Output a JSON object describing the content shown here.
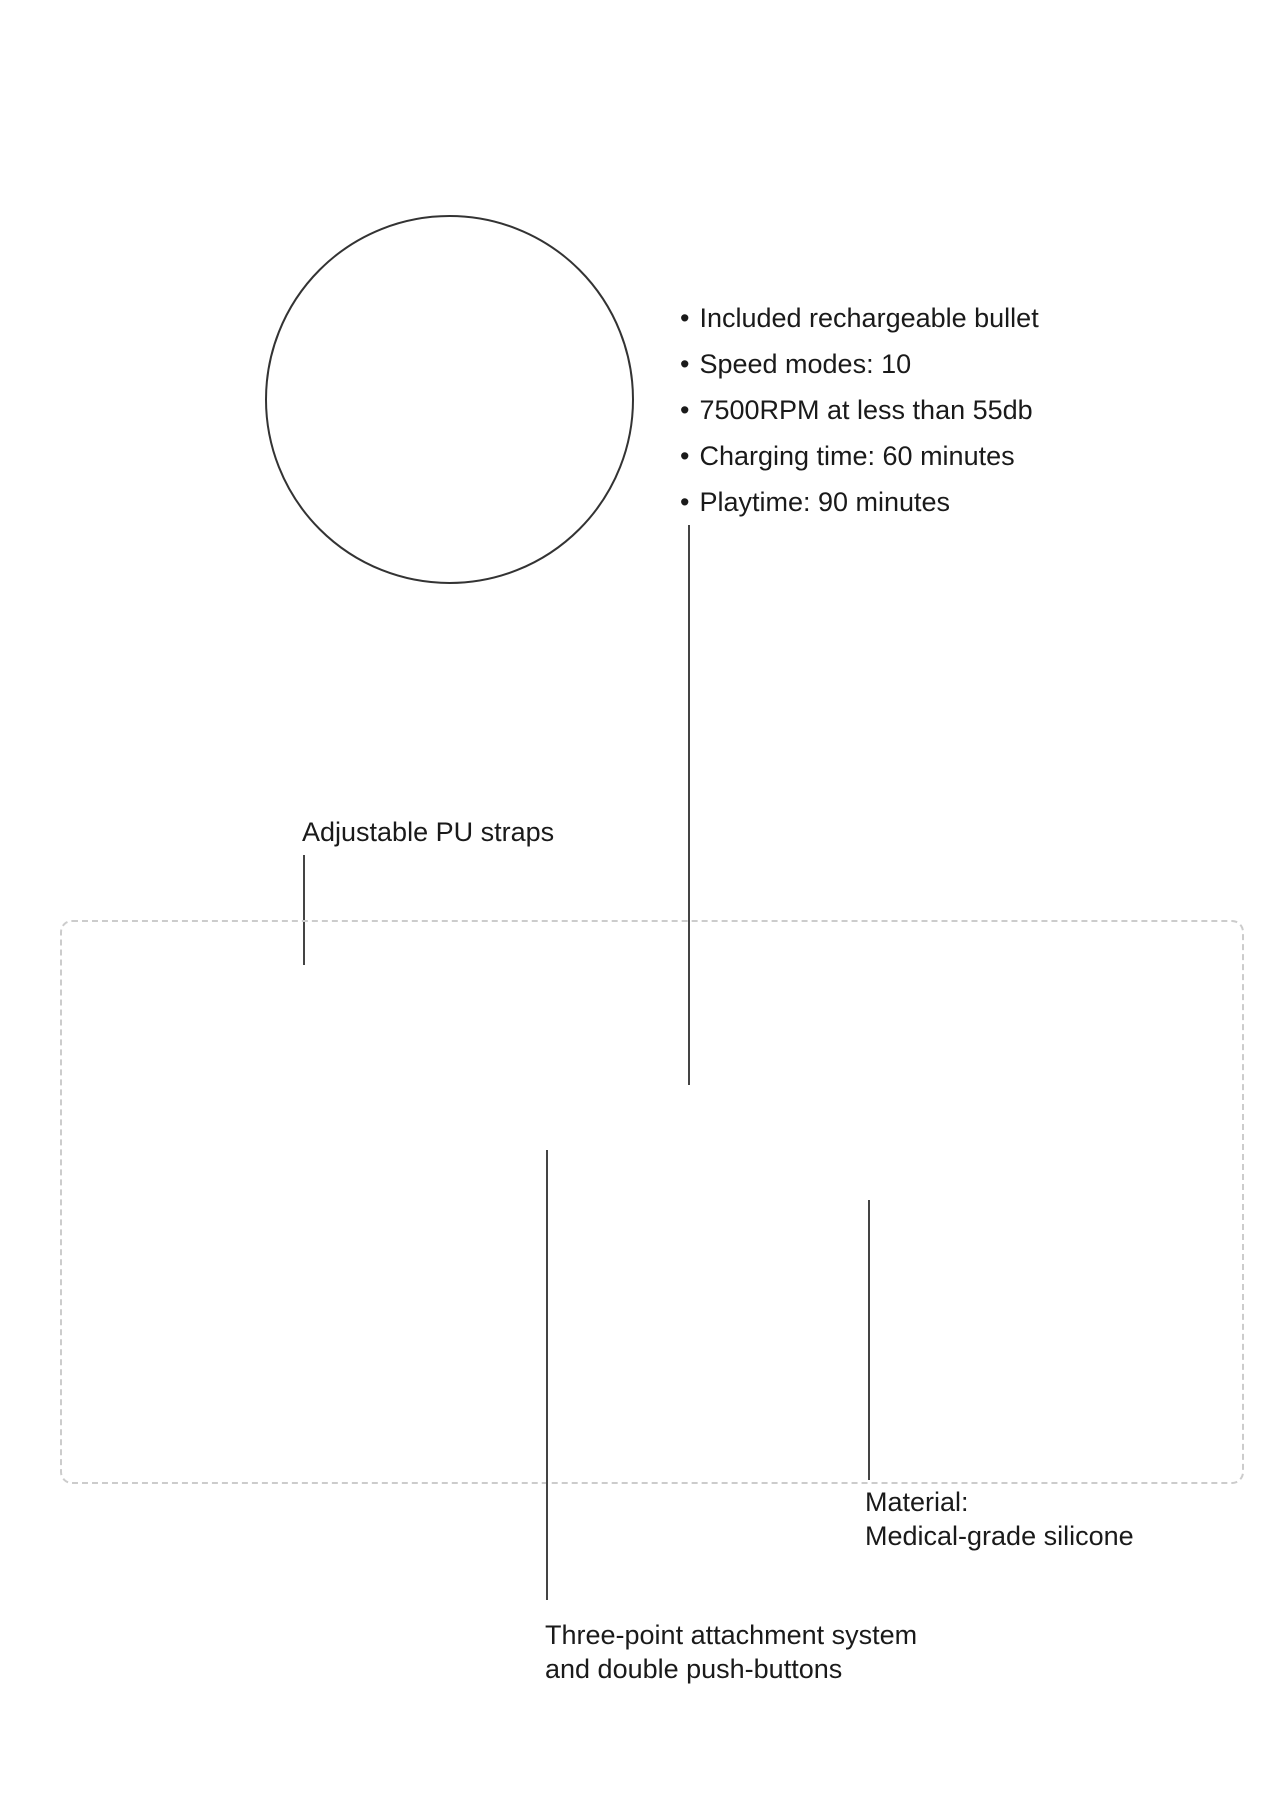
{
  "specs": [
    "Included rechargeable bullet",
    "Speed modes: 10",
    "7500RPM at less than 55db",
    "Charging time: 60 minutes",
    "Playtime: 90 minutes"
  ],
  "callouts": {
    "straps": "Adjustable PU straps",
    "material_title": "Material:",
    "material_value": "Medical-grade silicone",
    "attachment_line1": "Three-point attachment system",
    "attachment_line2": "and double push-buttons"
  }
}
